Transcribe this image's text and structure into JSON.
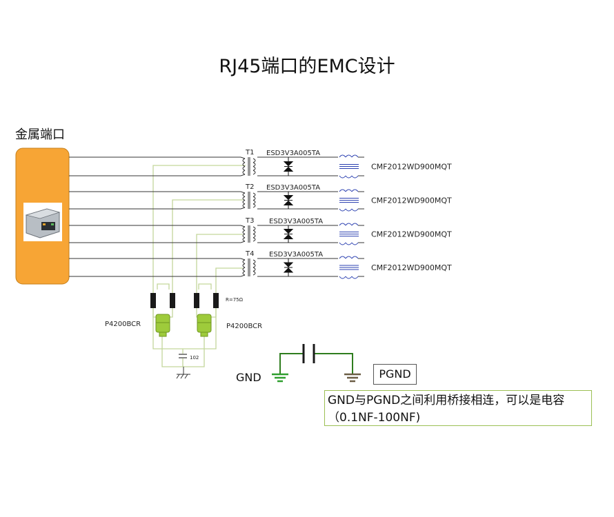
{
  "title": "RJ45端口的EMC设计",
  "port_label": "金属端口",
  "channels": [
    {
      "transformer": "T1",
      "esd": "ESD3V3A005TA",
      "cmf": "CMF2012WD900MQT"
    },
    {
      "transformer": "T2",
      "esd": "ESD3V3A005TA",
      "cmf": "CMF2012WD900MQT"
    },
    {
      "transformer": "T3",
      "esd": "ESD3V3A005TA",
      "cmf": "CMF2012WD900MQT"
    },
    {
      "transformer": "T4",
      "esd": "ESD3V3A005TA",
      "cmf": "CMF2012WD900MQT"
    }
  ],
  "resistor_label": "R=75Ω",
  "tvs_left": "P4200BCR",
  "tvs_right": "P4200BCR",
  "cap_label": "102",
  "gnd_label": "GND",
  "pgnd_label": "PGND",
  "note_line1": "GND与PGND之间利用桥接相连，可以是电容",
  "note_line2": "（0.1NF-100NF)",
  "colors": {
    "port": "#f7a535",
    "green": "#c3d69b",
    "tvs": "#9ecb3b",
    "wire": "#333333",
    "cmf": "#2a3fb0",
    "ground": "#2e9e2e"
  }
}
